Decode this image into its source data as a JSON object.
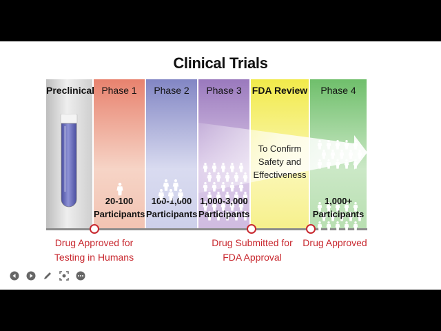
{
  "title": "Clinical Trials",
  "columns": [
    {
      "id": "preclinical",
      "label": "Preclinical",
      "participants": []
    },
    {
      "id": "phase1",
      "label": "Phase 1",
      "participants": [
        "20-100",
        "Participants"
      ]
    },
    {
      "id": "phase2",
      "label": "Phase 2",
      "participants": [
        "100-1,000",
        "Participants"
      ]
    },
    {
      "id": "phase3",
      "label": "Phase 3",
      "participants": [
        "1,000-3,000",
        "Participants"
      ]
    },
    {
      "id": "fda_review",
      "label": "FDA Review",
      "participants": []
    },
    {
      "id": "phase4",
      "label": "Phase 4",
      "participants": [
        "1,000+",
        "Participants"
      ]
    }
  ],
  "fda_arrow_text": [
    "To Confirm",
    "Safety and",
    "Effectiveness"
  ],
  "milestones": [
    {
      "lines": [
        "Drug Approved for",
        "Testing in Humans"
      ]
    },
    {
      "lines": [
        "Drug Submitted for",
        "FDA Approval"
      ]
    },
    {
      "lines": [
        "Drug Approved"
      ]
    }
  ],
  "colors": {
    "milestone": "#c8272e",
    "preclinical": "#bdbdbd",
    "phase1": "#e8826e",
    "phase2": "#8286c4",
    "phase3": "#9a79bd",
    "fda_review": "#f1ea4a",
    "phase4": "#6fbf6b",
    "test_tube_liquid": "#5f63b3"
  },
  "player_controls": [
    "prev-icon",
    "next-icon",
    "pen-icon",
    "zoom-icon",
    "more-icon"
  ]
}
